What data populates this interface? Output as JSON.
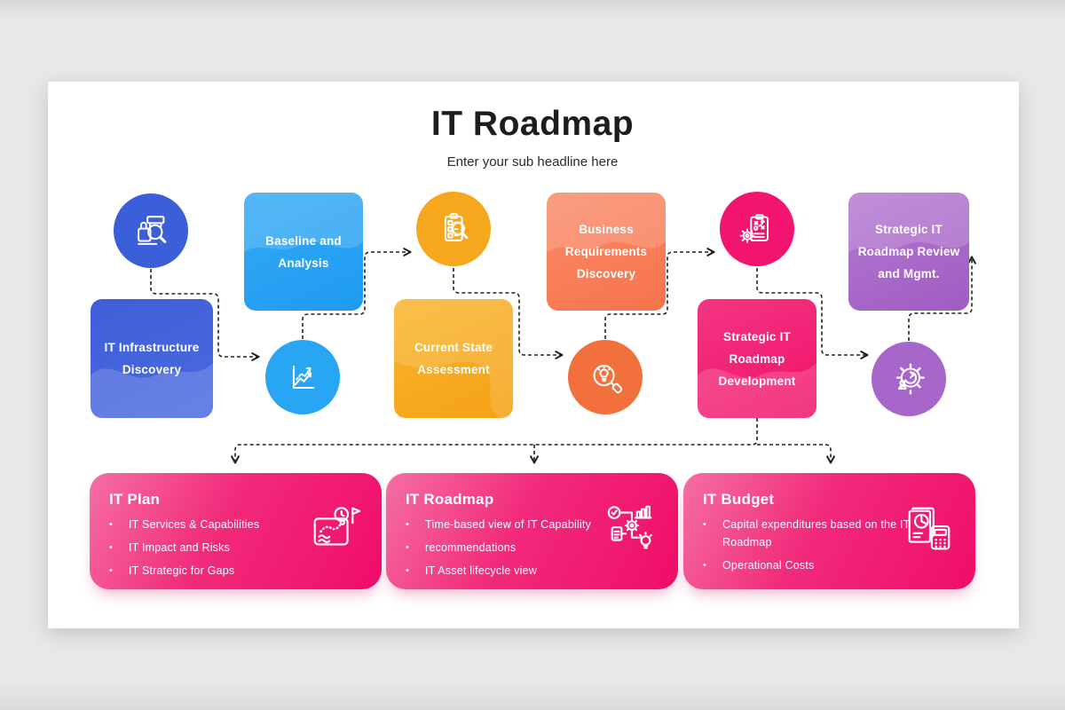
{
  "header": {
    "title": "IT Roadmap",
    "subtitle": "Enter your sub headline here"
  },
  "bullet_char": "•",
  "flow": {
    "circles": [
      {
        "icon": "asset-search-icon",
        "color": "#3b5fd8"
      },
      {
        "icon": "growth-chart-icon",
        "color": "#29a6f3"
      },
      {
        "icon": "checklist-search-icon",
        "color": "#f6a71d"
      },
      {
        "icon": "idea-search-icon",
        "color": "#f2703c"
      },
      {
        "icon": "strategy-clipboard-icon",
        "color": "#f2156f"
      },
      {
        "icon": "strategy-gear-icon",
        "color": "#a767ca"
      }
    ],
    "squares": [
      {
        "lines": [
          "IT Infrastructure",
          "Discovery"
        ],
        "color": "#4565de"
      },
      {
        "lines": [
          "Baseline and",
          "Analysis"
        ],
        "color": "#2aa4f4"
      },
      {
        "lines": [
          "Current State",
          "Assessment"
        ],
        "color": "#f7ab20"
      },
      {
        "lines": [
          "Business",
          "Requirements",
          "Discovery"
        ],
        "color": "#f87f58"
      },
      {
        "lines": [
          "Strategic IT",
          "Roadmap",
          "Development"
        ],
        "color": "#f21d74"
      },
      {
        "lines": [
          "Strategic IT",
          "Roadmap Review",
          "and Mgmt."
        ],
        "color": "#a96bc9"
      }
    ]
  },
  "cards": [
    {
      "title": "IT Plan",
      "icon": "roadmap-map-icon",
      "bullets": [
        "IT Services & Capabilities",
        "IT Impact and Risks",
        "IT Strategic for Gaps"
      ]
    },
    {
      "title": "IT Roadmap",
      "icon": "process-flow-icon",
      "bullets": [
        "Time-based view of IT Capability",
        "recommendations",
        "IT Asset lifecycle view"
      ]
    },
    {
      "title": "IT Budget",
      "icon": "budget-calculator-icon",
      "bullets": [
        "Capital expenditures based on the IT Roadmap",
        "Operational Costs"
      ]
    }
  ],
  "colors": {
    "background": "#e9e8e8",
    "slide": "#ffffff",
    "connector": "#222222",
    "title_text": "#1d1d1d",
    "card_gradient_start": "#f56fa3",
    "card_gradient_end": "#ef0d69"
  }
}
